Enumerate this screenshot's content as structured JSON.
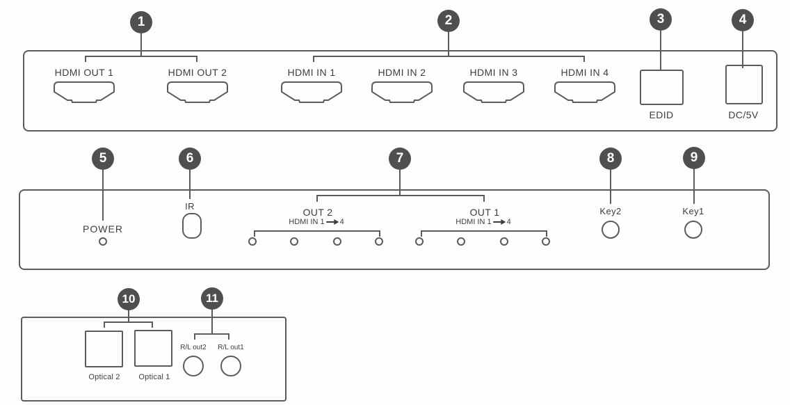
{
  "callouts": [
    "1",
    "2",
    "3",
    "4",
    "5",
    "6",
    "7",
    "8",
    "9",
    "10",
    "11"
  ],
  "back_panel": {
    "hdmi_outputs": [
      "HDMI OUT 1",
      "HDMI OUT 2"
    ],
    "hdmi_inputs": [
      "HDMI IN 1",
      "HDMI IN 2",
      "HDMI IN 3",
      "HDMI IN 4"
    ],
    "edid_label": "EDID",
    "power_input_label": "DC/5V"
  },
  "front_panel": {
    "power_label": "POWER",
    "ir_label": "IR",
    "led_groups": [
      {
        "title": "OUT 2",
        "range_prefix": "HDMI IN 1",
        "range_suffix": "4"
      },
      {
        "title": "OUT 1",
        "range_prefix": "HDMI IN 1",
        "range_suffix": "4"
      }
    ],
    "buttons": [
      "Key2",
      "Key1"
    ]
  },
  "audio_panel": {
    "optical_outputs": [
      "Optical 2",
      "Optical 1"
    ],
    "analog_outputs": [
      "R/L out2",
      "R/L out1"
    ]
  },
  "colors": {
    "line": "#5b5b5b",
    "callout_bg": "#4f4f4f",
    "callout_text": "#ffffff",
    "text": "#3d3d3d"
  }
}
